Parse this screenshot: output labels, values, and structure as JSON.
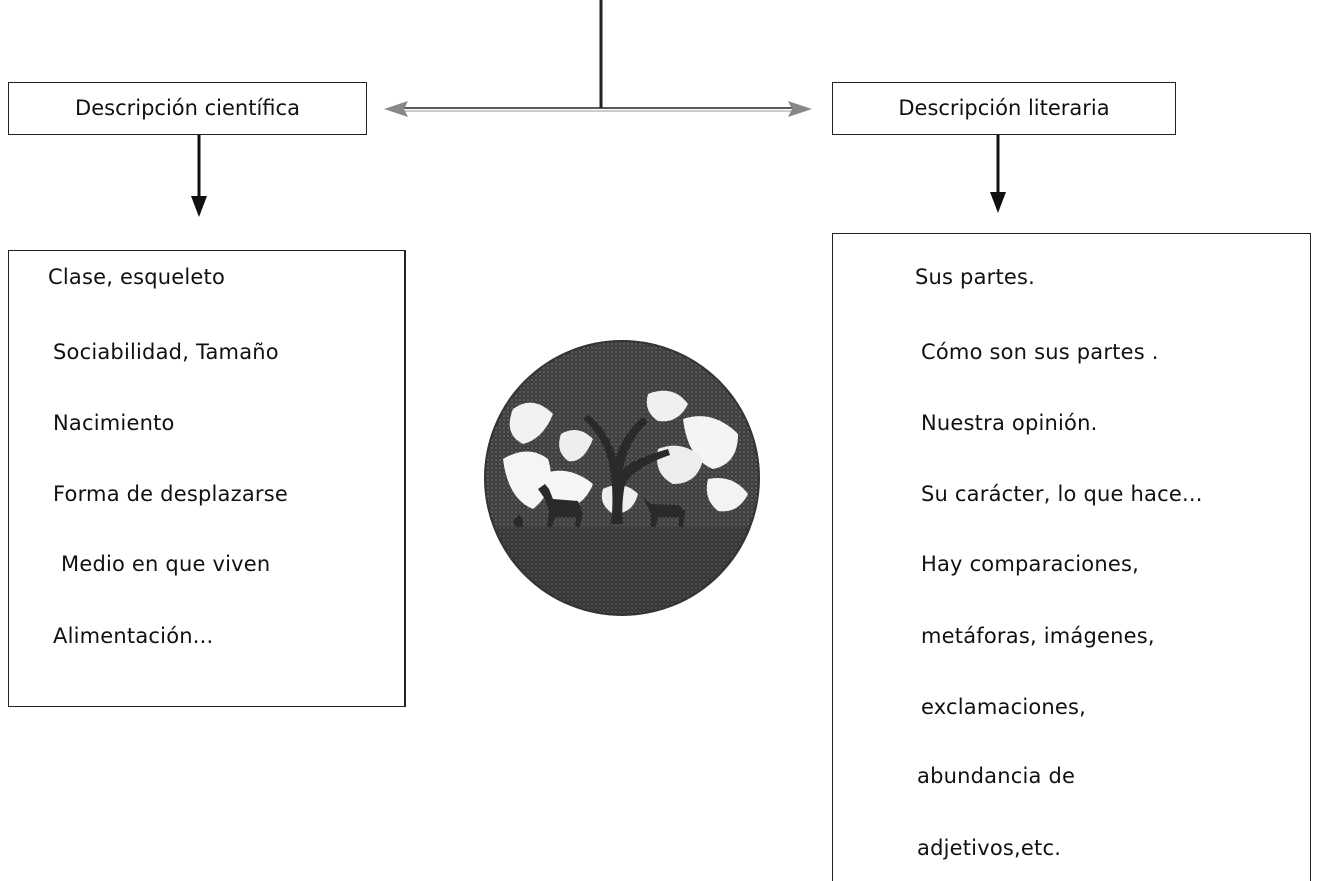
{
  "left_header": "Descripción científica",
  "right_header": "Descripción literaria",
  "left_items": [
    "Clase, esqueleto",
    "Sociabilidad, Tamaño",
    "Nacimiento",
    "Forma de desplazarse",
    "Medio en que viven",
    "Alimentación..."
  ],
  "right_items": [
    "Sus partes.",
    "Cómo son sus partes  .",
    "Nuestra opinión.",
    "Su carácter, lo que hace...",
    "Hay comparaciones,",
    "metáforas, imágenes,",
    "exclamaciones,",
    "abundancia de",
    "adjetivos,etc."
  ]
}
